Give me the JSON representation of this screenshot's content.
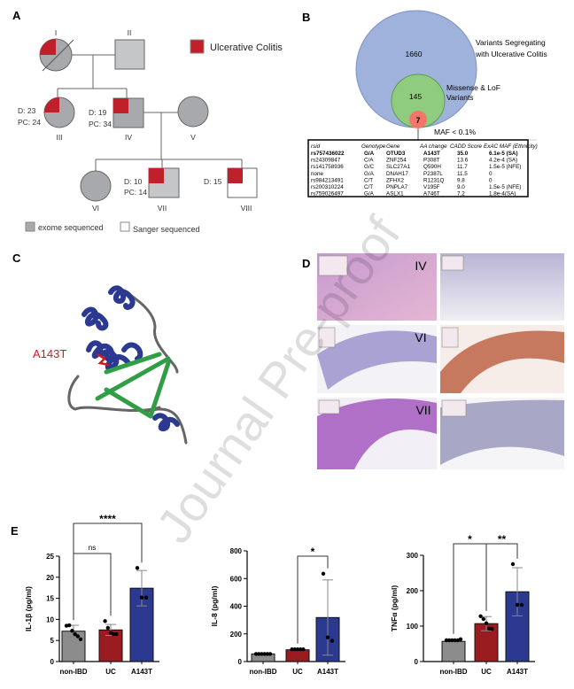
{
  "panels": {
    "a": "A",
    "b": "B",
    "c": "C",
    "d": "D",
    "e": "E"
  },
  "pedigree": {
    "legend_uc": "Ulcerative Colitis",
    "legend_exome": "exome sequenced",
    "legend_sanger": "Sanger sequenced",
    "individuals": {
      "I": "I",
      "II": "II",
      "III": "III",
      "IV": "IV",
      "V": "V",
      "VI": "VI",
      "VII": "VII",
      "VIII": "VIII"
    },
    "III_d": "D: 23",
    "III_pc": "PC: 24",
    "IV_d": "D: 19",
    "IV_pc": "PC: 34",
    "VII_d": "D: 10",
    "VII_pc": "PC: 14",
    "VIII_d": "D: 15"
  },
  "venn": {
    "outer_count": "1660",
    "outer_label_1": "Variants Segregating",
    "outer_label_2": "with Ulcerative Colitis",
    "mid_count": "145",
    "mid_label_1": "Missense & LoF",
    "mid_label_2": "Variants",
    "inner_count": "7",
    "inner_label": "MAF < 0.1%"
  },
  "variant_table": {
    "headers": [
      "rsid",
      "Genotype",
      "Gene",
      "AA change",
      "CADD Score",
      "ExAC MAF (Ethnicity)"
    ],
    "rows": [
      [
        "rs757436022",
        "G/A",
        "OTUD3",
        "A143T",
        "35.0",
        "6.1e-5 (SA)"
      ],
      [
        "rs24309847",
        "C/A",
        "ZNF254",
        "P308T",
        "13.6",
        "4.2e-4 (SA)"
      ],
      [
        "rs141758936",
        "G/C",
        "SLC27A1",
        "Q590H",
        "11.7",
        "1.5e-5 (NFE)"
      ],
      [
        "none",
        "G/A",
        "DNAH17",
        "P2387L",
        "11.5",
        "0"
      ],
      [
        "rs984213491",
        "C/T",
        "ZFHX2",
        "R1231Q",
        "9.8",
        "0"
      ],
      [
        "rs200310224",
        "C/T",
        "PNPLA7",
        "V195F",
        "9.0",
        "1.5e-5 (NFE)"
      ],
      [
        "rs759026497",
        "G/A",
        "ASLX1",
        "A746T",
        "7.2",
        "1.8e-4(SA)"
      ]
    ]
  },
  "protein": {
    "mutation_label": "A143T"
  },
  "histology": {
    "rows": [
      "IV",
      "VI",
      "VII"
    ]
  },
  "watermark": "Journal Pre-proof",
  "colors": {
    "uc_red": "#c0202a",
    "gray": "#8c8c8c",
    "blue": "#2b3990",
    "venn_blue": "#9fb2dc",
    "venn_green": "#90cc7f",
    "venn_red": "#f2766a"
  },
  "chart_data": [
    {
      "type": "bar",
      "ylabel": "IL-1β (pg/ml)",
      "categories": [
        "non-IBD",
        "UC",
        "A143T"
      ],
      "values": [
        7.2,
        7.5,
        17.4
      ],
      "sd": [
        1.4,
        1.3,
        4.2
      ],
      "points": [
        [
          8.5,
          8.6,
          7.3,
          6.5,
          6.0,
          5.3
        ],
        [
          9.6,
          8.0,
          6.8,
          6.5,
          6.5
        ],
        [
          22.2,
          15.2,
          15.2
        ]
      ],
      "ylim": [
        0,
        25
      ],
      "yticks": [
        0,
        5,
        10,
        15,
        20,
        25
      ],
      "significance": [
        {
          "from": 0,
          "to": 1,
          "label": "ns"
        },
        {
          "from": 0,
          "to": 2,
          "label": "****"
        }
      ]
    },
    {
      "type": "bar",
      "ylabel": "IL-8 (pg/ml)",
      "categories": [
        "non-IBD",
        "UC",
        "A143T"
      ],
      "values": [
        55,
        85,
        318
      ],
      "sd": [
        5,
        6,
        272
      ],
      "points": [
        [
          55,
          55,
          55,
          55,
          55,
          55
        ],
        [
          88,
          88,
          88,
          88,
          88
        ],
        [
          635,
          175,
          150
        ]
      ],
      "ylim": [
        0,
        800
      ],
      "yticks": [
        0,
        200,
        400,
        600,
        800
      ],
      "significance": [
        {
          "from": 1,
          "to": 2,
          "label": "*"
        }
      ]
    },
    {
      "type": "bar",
      "ylabel": "TNFα (pg/ml)",
      "categories": [
        "non-IBD",
        "UC",
        "A143T"
      ],
      "values": [
        57,
        107,
        197
      ],
      "sd": [
        4,
        20,
        68
      ],
      "points": [
        [
          60,
          60,
          60,
          60,
          60,
          63
        ],
        [
          128,
          120,
          108,
          93,
          92
        ],
        [
          275,
          160,
          160
        ]
      ],
      "ylim": [
        0,
        300
      ],
      "yticks": [
        0,
        100,
        200,
        300
      ],
      "significance": [
        {
          "from": 0,
          "to": 1,
          "label": "*"
        },
        {
          "from": 1,
          "to": 2,
          "label": "**"
        }
      ]
    }
  ]
}
